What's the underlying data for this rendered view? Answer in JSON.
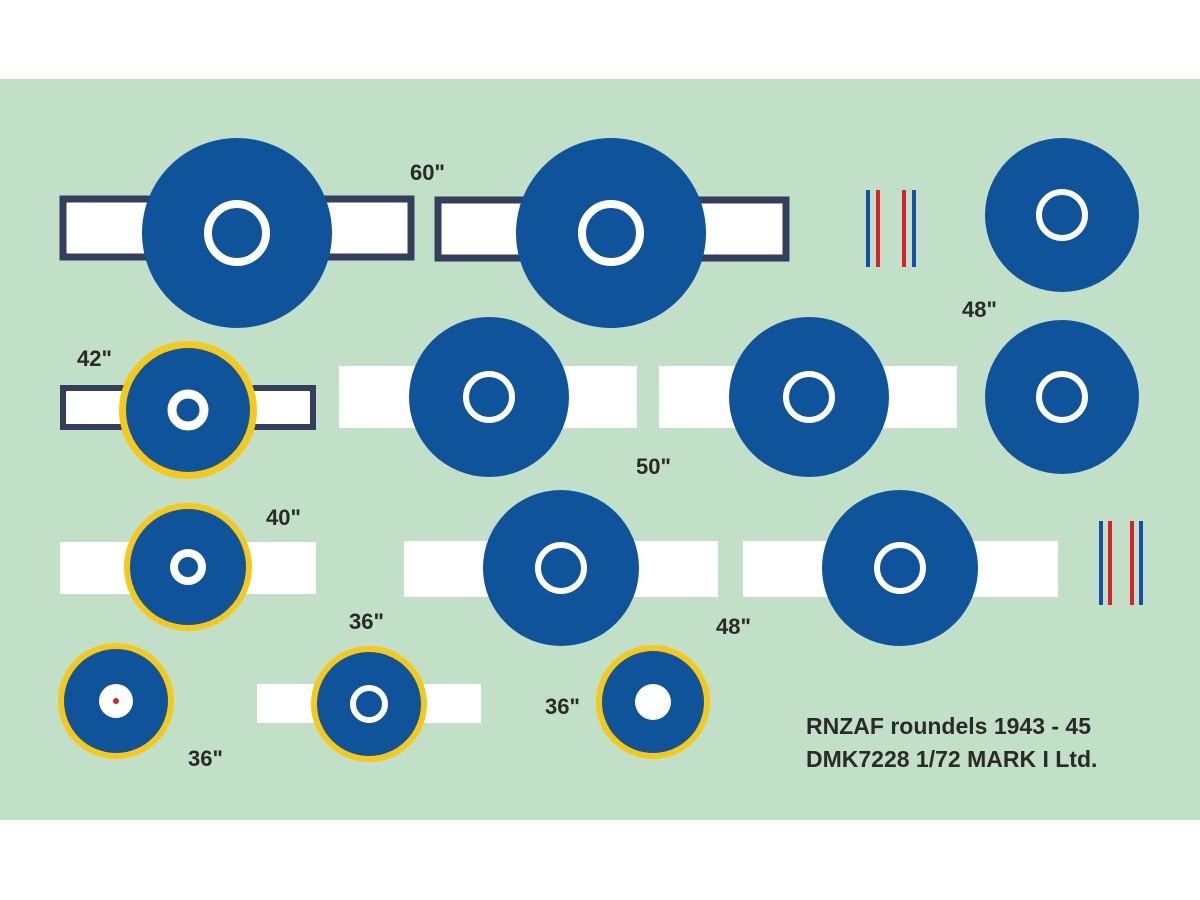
{
  "colors": {
    "background": "#c1e0c7",
    "blue": "#0f539b",
    "white": "#ffffff",
    "outline": "#323e5c",
    "yellow": "#f6c817",
    "red": "#d8232a",
    "fin_blue": "#1450a8"
  },
  "labels": {
    "size_60": "60\"",
    "size_48_top": "48\"",
    "size_42": "42\"",
    "size_50": "50\"",
    "size_40": "40\"",
    "size_48_mid": "48\"",
    "size_36_a": "36\"",
    "size_36_b": "36\"",
    "size_36_c": "36\""
  },
  "footer": {
    "line1": "RNZAF roundels 1943 - 45",
    "line2": "DMK7228  1/72 MARK I Ltd."
  }
}
